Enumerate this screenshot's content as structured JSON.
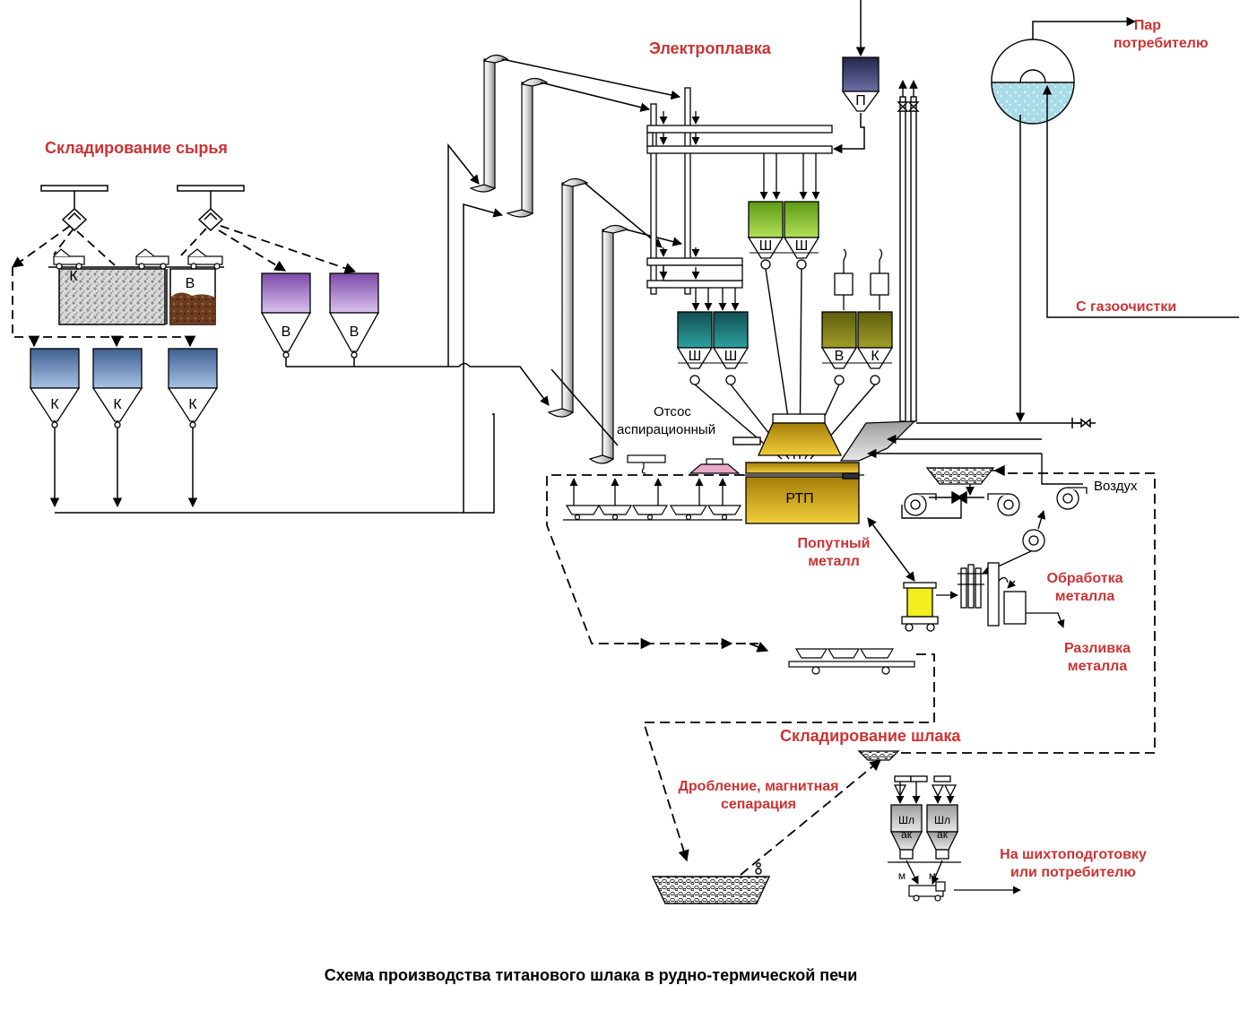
{
  "sections": {
    "raw_storage": "Складирование сырья",
    "electrosmelting": "Электроплавка",
    "steam": [
      "Пар",
      "потребителю"
    ],
    "from_gas_cleaning": "С  газоочистки",
    "aspiration": [
      "Отсос",
      "аспирационный"
    ],
    "air": "Воздух",
    "by_metal": [
      "Попутный",
      "металл"
    ],
    "metal_processing": [
      "Обработка",
      "металла"
    ],
    "metal_casting": [
      "Разливка",
      "металла"
    ],
    "slag_storage": "Складирование шлака",
    "crushing": [
      "Дробление, магнитная",
      "сепарация"
    ],
    "to_consumer": [
      "На шихтоподготовку",
      "или потребителю"
    ]
  },
  "labels": {
    "furnace": "РТП",
    "yard_k": "К",
    "yard_v": "В",
    "raw_k": "К",
    "raw_v": "В",
    "sh": "Ш",
    "p": "П",
    "v": "В",
    "k": "К",
    "slag_bin": [
      "Шл",
      "ак"
    ],
    "m": "м"
  },
  "caption": "Схема производства титанового шлака в рудно-термической печи",
  "colors": {
    "section_text": "#cc3333",
    "bin_blue": "#5b7fae",
    "bin_violet": "#9a6cc0",
    "bin_green": "#7bb82a",
    "bin_teal": "#1e7b7b",
    "bin_olive": "#7b7a16",
    "bin_navy": "#3a3e6e",
    "furnace": "#d4a716",
    "ladle": "#f2ee20",
    "slag_bin": "#bbbbbb"
  }
}
